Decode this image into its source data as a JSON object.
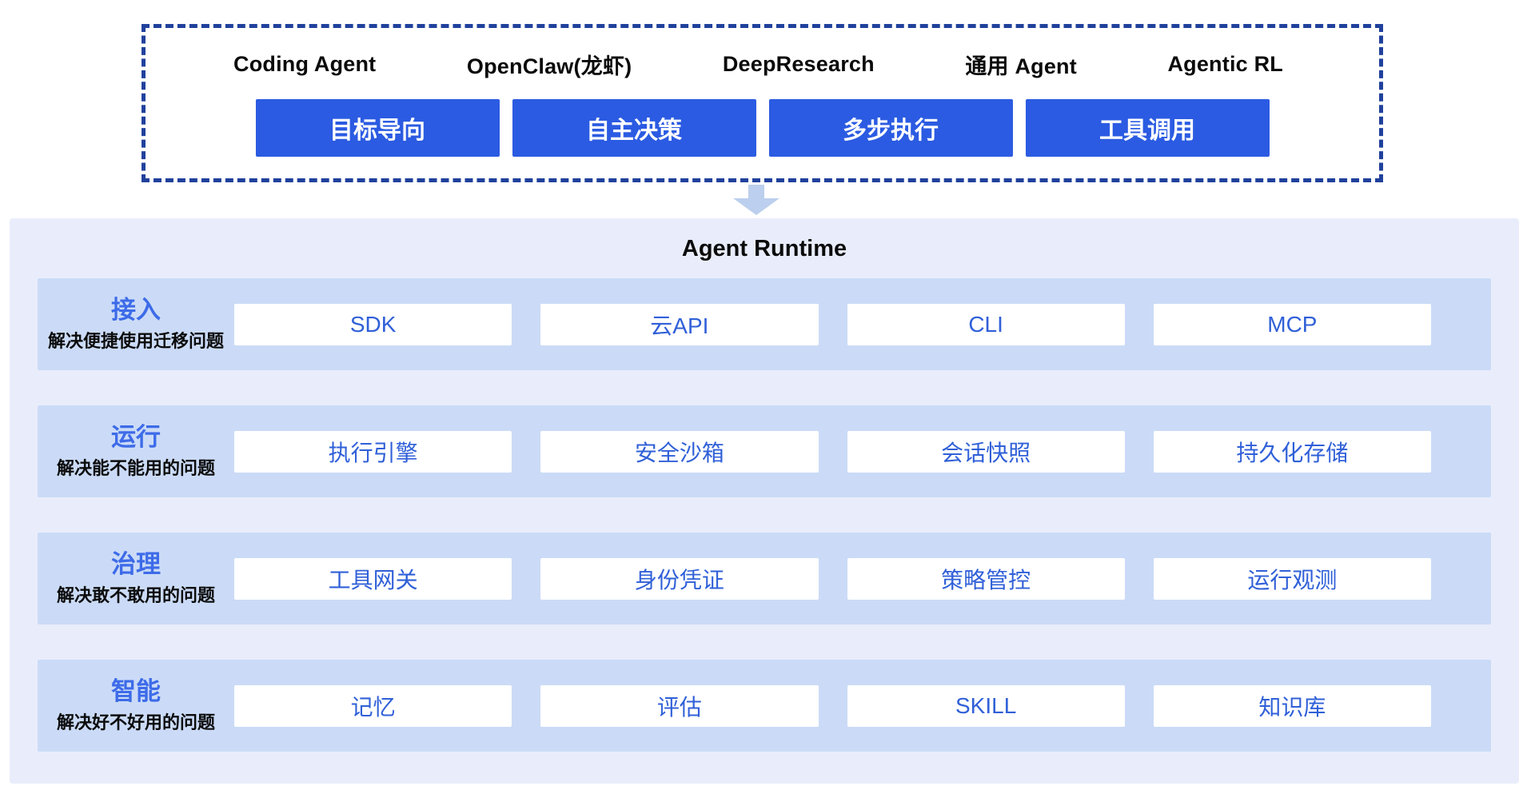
{
  "top_box": {
    "agents": [
      "Coding Agent",
      "OpenClaw(龙虾)",
      "DeepResearch",
      "通用 Agent",
      "Agentic RL"
    ],
    "capabilities": [
      "目标导向",
      "自主决策",
      "多步执行",
      "工具调用"
    ]
  },
  "runtime": {
    "title": "Agent Runtime",
    "rows": [
      {
        "title": "接入",
        "subtitle": "解决便捷使用迁移问题",
        "items": [
          "SDK",
          "云API",
          "CLI",
          "MCP"
        ]
      },
      {
        "title": "运行",
        "subtitle": "解决能不能用的问题",
        "items": [
          "执行引擎",
          "安全沙箱",
          "会话快照",
          "持久化存储"
        ]
      },
      {
        "title": "治理",
        "subtitle": "解决敢不敢用的问题",
        "items": [
          "工具网关",
          "身份凭证",
          "策略管控",
          "运行观测"
        ]
      },
      {
        "title": "智能",
        "subtitle": "解决好不好用的问题",
        "items": [
          "记忆",
          "评估",
          "SKILL",
          "知识库"
        ]
      }
    ]
  },
  "icons": {
    "down_arrow": "down-arrow-icon"
  },
  "colors": {
    "primary_blue": "#2B5BE2",
    "dash_border": "#20419C",
    "panel_bg": "#E9EDFB",
    "band_bg": "#CBDBF7",
    "box_text_blue": "#3060D8",
    "row_title_blue": "#3D6BE8",
    "arrow_blue": "#BCCFEE",
    "text_black": "#0B0B0B",
    "box_bg": "#FFFFFF"
  }
}
